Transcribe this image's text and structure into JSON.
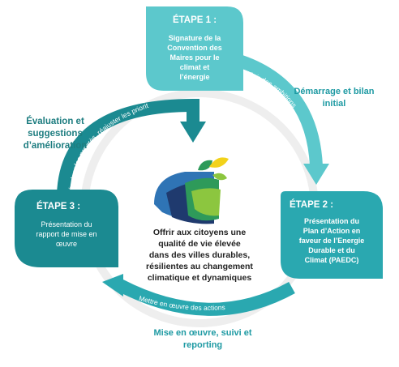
{
  "center": {
    "lines": [
      "Offrir aux citoyens une",
      "qualité de vie élevée",
      "dans des villes durables,",
      "résilientes au changement",
      "climatique et dynamiques"
    ]
  },
  "step1": {
    "title": "ÉTAPE 1 :",
    "lines": [
      "Signature de la",
      "Convention des",
      "Maires pour le",
      "climat et",
      "l’énergie"
    ]
  },
  "step2": {
    "title": "ÉTAPE 2 :",
    "lines": [
      "Présentation du",
      "Plan d’Action en",
      "faveur de l’Energie",
      "Durable et du",
      "Climat (PAEDC)"
    ]
  },
  "step3": {
    "title": "ÉTAPE 3 :",
    "lines": [
      "Présentation du",
      "rapport de mise en",
      "œuvre"
    ]
  },
  "phases": {
    "start": [
      "Démarrage et bilan",
      "initial"
    ],
    "evaluation": [
      "Évaluation et",
      "suggestions",
      "d’amélioration"
    ],
    "implementation": [
      "Mise en œuvre, suivi et",
      "reporting"
    ]
  },
  "arcs": {
    "ambitions": "Définir des ambitions",
    "actions": "Mettre en œuvre des actions",
    "progress": "Évaluer les progrès, réajuster les priorités"
  },
  "colors": {
    "dark_teal": "#1b8a91",
    "mid_teal": "#2aa8b0",
    "light_teal": "#5cc8cc",
    "phase_text": "#1e9aa3",
    "ring": "#eeeeee",
    "logo_navy": "#1f3a6e",
    "logo_blue": "#2f74b5",
    "logo_green": "#2e9a5a",
    "logo_lime": "#8cc63f",
    "logo_yellow": "#f2d21a"
  }
}
